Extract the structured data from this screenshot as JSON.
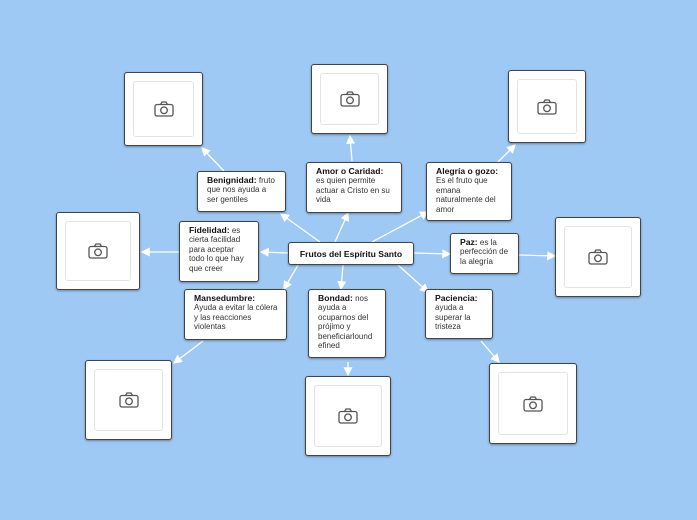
{
  "center": "Frutos del Espíritu Santo",
  "nodes": {
    "amor": {
      "title": "Amor o Caridad:",
      "text": "es quien permite actuar a Cristo en su vida"
    },
    "alegria": {
      "title": "Alegría o gozo:",
      "text": "Es el fruto que emana naturalmente del amor"
    },
    "benignidad": {
      "title": "Benignidad:",
      "text": "fruto que nos ayuda a ser gentiles"
    },
    "fidelidad": {
      "title": "Fidelidad:",
      "text": "es cierta facilidad para aceptar todo lo que hay que creer"
    },
    "paz": {
      "title": "Paz:",
      "text": "es la perfección de la alegría"
    },
    "mansedumbre": {
      "title": "Mansedumbre:",
      "text": "Ayuda a evitar la cólera y las reacciones violentas"
    },
    "bondad": {
      "title": "Bondad:",
      "text": "nos ayuda a ocuparnos del prójimo y beneficiarlound efined"
    },
    "paciencia": {
      "title": "Paciencia:",
      "text": "ayuda a superar la tristeza"
    }
  },
  "images": {
    "icon": "camera-icon",
    "count": 8
  },
  "colors": {
    "background": "#9ec9f5",
    "connector": "#ffffff",
    "box_border": "#444444"
  }
}
